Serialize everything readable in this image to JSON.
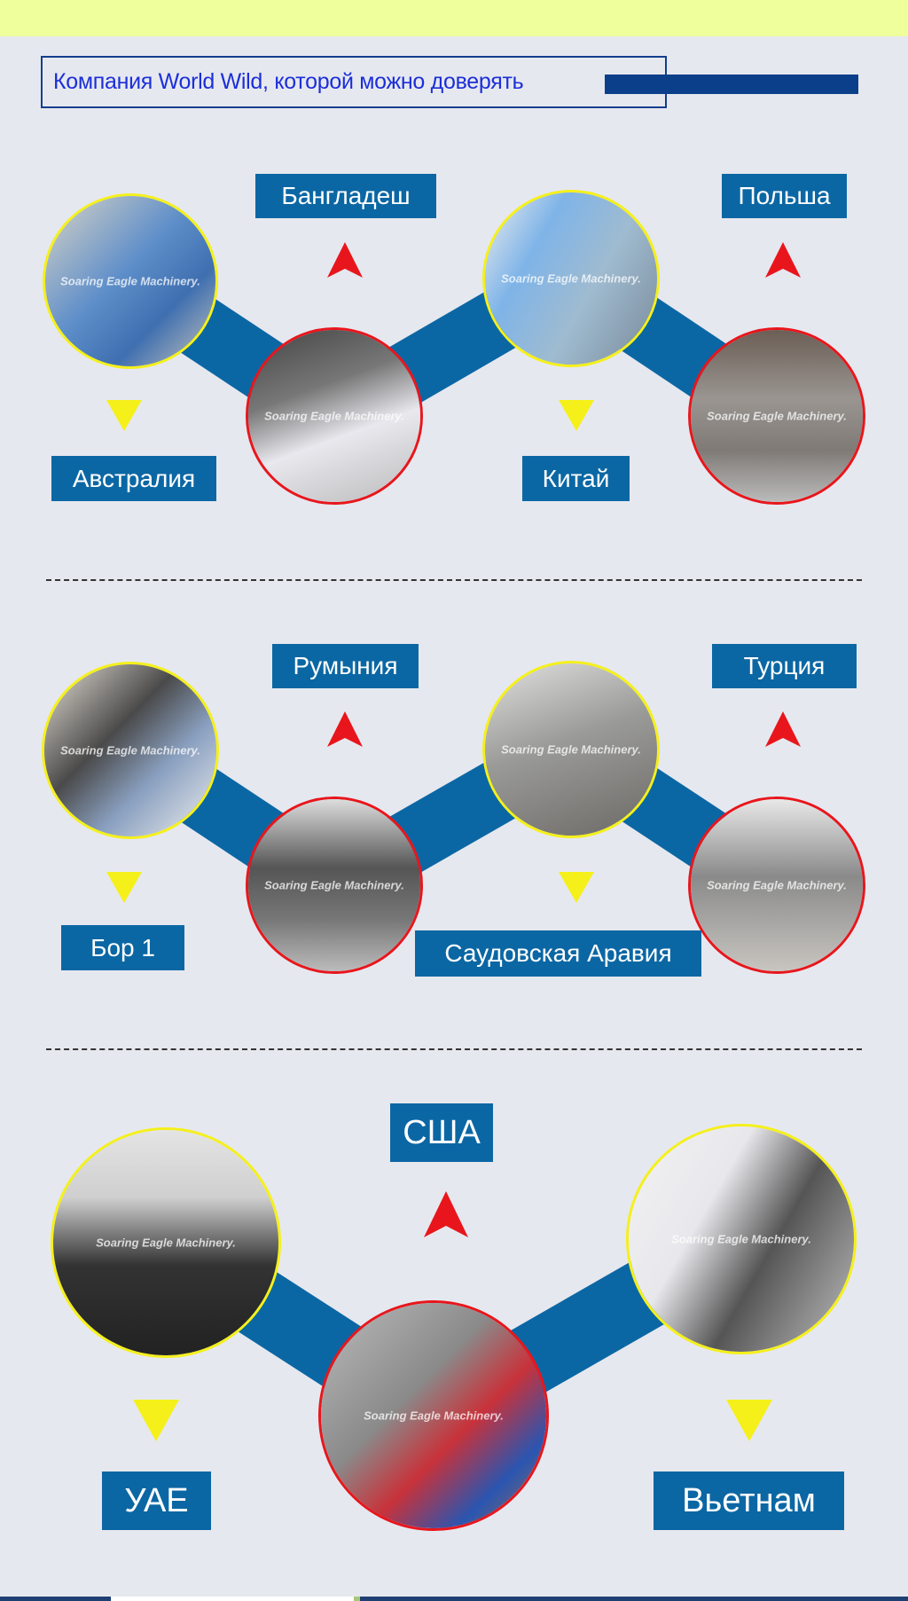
{
  "header": {
    "title": "Компания World Wild, которой можно доверять"
  },
  "watermark": "Soaring Eagle Machinery.",
  "colors": {
    "band": "#0b67a4",
    "label_bg": "#0b67a4",
    "arrow_up": "#e8161c",
    "arrow_down": "#f5f01a",
    "header_text": "#1b2fd8"
  },
  "sections": [
    {
      "labels": [
        "Бангладеш",
        "Польша",
        "Австралия",
        "Китай"
      ]
    },
    {
      "labels": [
        "Румыния",
        "Турция",
        "Бор 1",
        "Саудовская Аравия"
      ]
    },
    {
      "labels": [
        "США",
        "УАЕ",
        "Вьетнам"
      ]
    }
  ]
}
